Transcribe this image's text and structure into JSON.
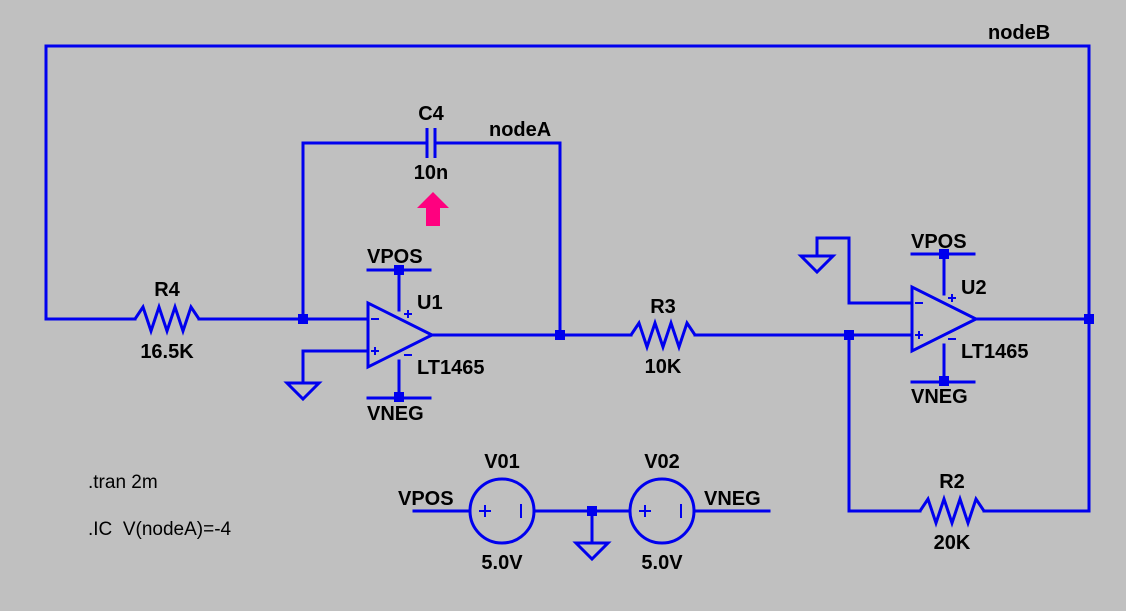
{
  "schematic": {
    "net_labels": {
      "node_a": "nodeA",
      "node_b": "nodeB"
    },
    "c4": {
      "name": "C4",
      "value": "10n"
    },
    "r4": {
      "name": "R4",
      "value": "16.5K"
    },
    "r3": {
      "name": "R3",
      "value": "10K"
    },
    "r2": {
      "name": "R2",
      "value": "20K"
    },
    "u1": {
      "name": "U1",
      "model": "LT1465",
      "vpos": "VPOS",
      "vneg": "VNEG"
    },
    "u2": {
      "name": "U2",
      "model": "LT1465",
      "vpos": "VPOS",
      "vneg": "VNEG"
    },
    "v01": {
      "name": "V01",
      "value": "5.0V",
      "net": "VPOS"
    },
    "v02": {
      "name": "V02",
      "value": "5.0V",
      "net": "VNEG"
    },
    "directives": {
      "tran": ".tran 2m",
      "ic": ".IC  V(nodeA)=-4"
    },
    "colors": {
      "background": "#c0c0c0",
      "wire": "#0000ee",
      "marker": "#ff007f"
    }
  }
}
